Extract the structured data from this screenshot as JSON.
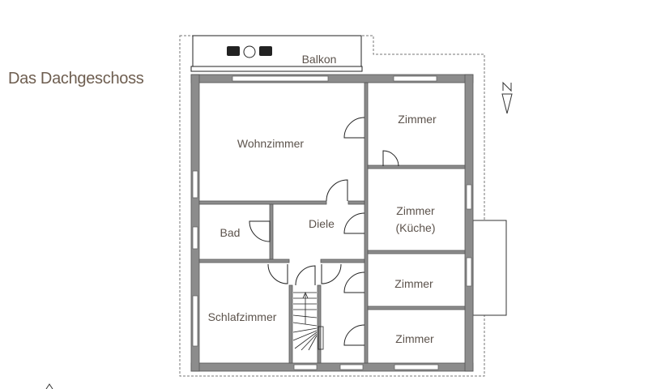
{
  "title": "Das Dachgeschoss",
  "rooms": {
    "balkon": "Balkon",
    "wohnzimmer": "Wohnzimmer",
    "zimmer1": "Zimmer",
    "zimmer2_line1": "Zimmer",
    "zimmer2_line2": "(Küche)",
    "bad": "Bad",
    "diele": "Diele",
    "zimmer3": "Zimmer",
    "schlafzimmer": "Schlafzimmer",
    "zimmer4": "Zimmer"
  },
  "compass": {
    "label": "N"
  },
  "colors": {
    "wall": "#8c8c8c",
    "text": "#5c534c",
    "title": "#6e5e50"
  }
}
